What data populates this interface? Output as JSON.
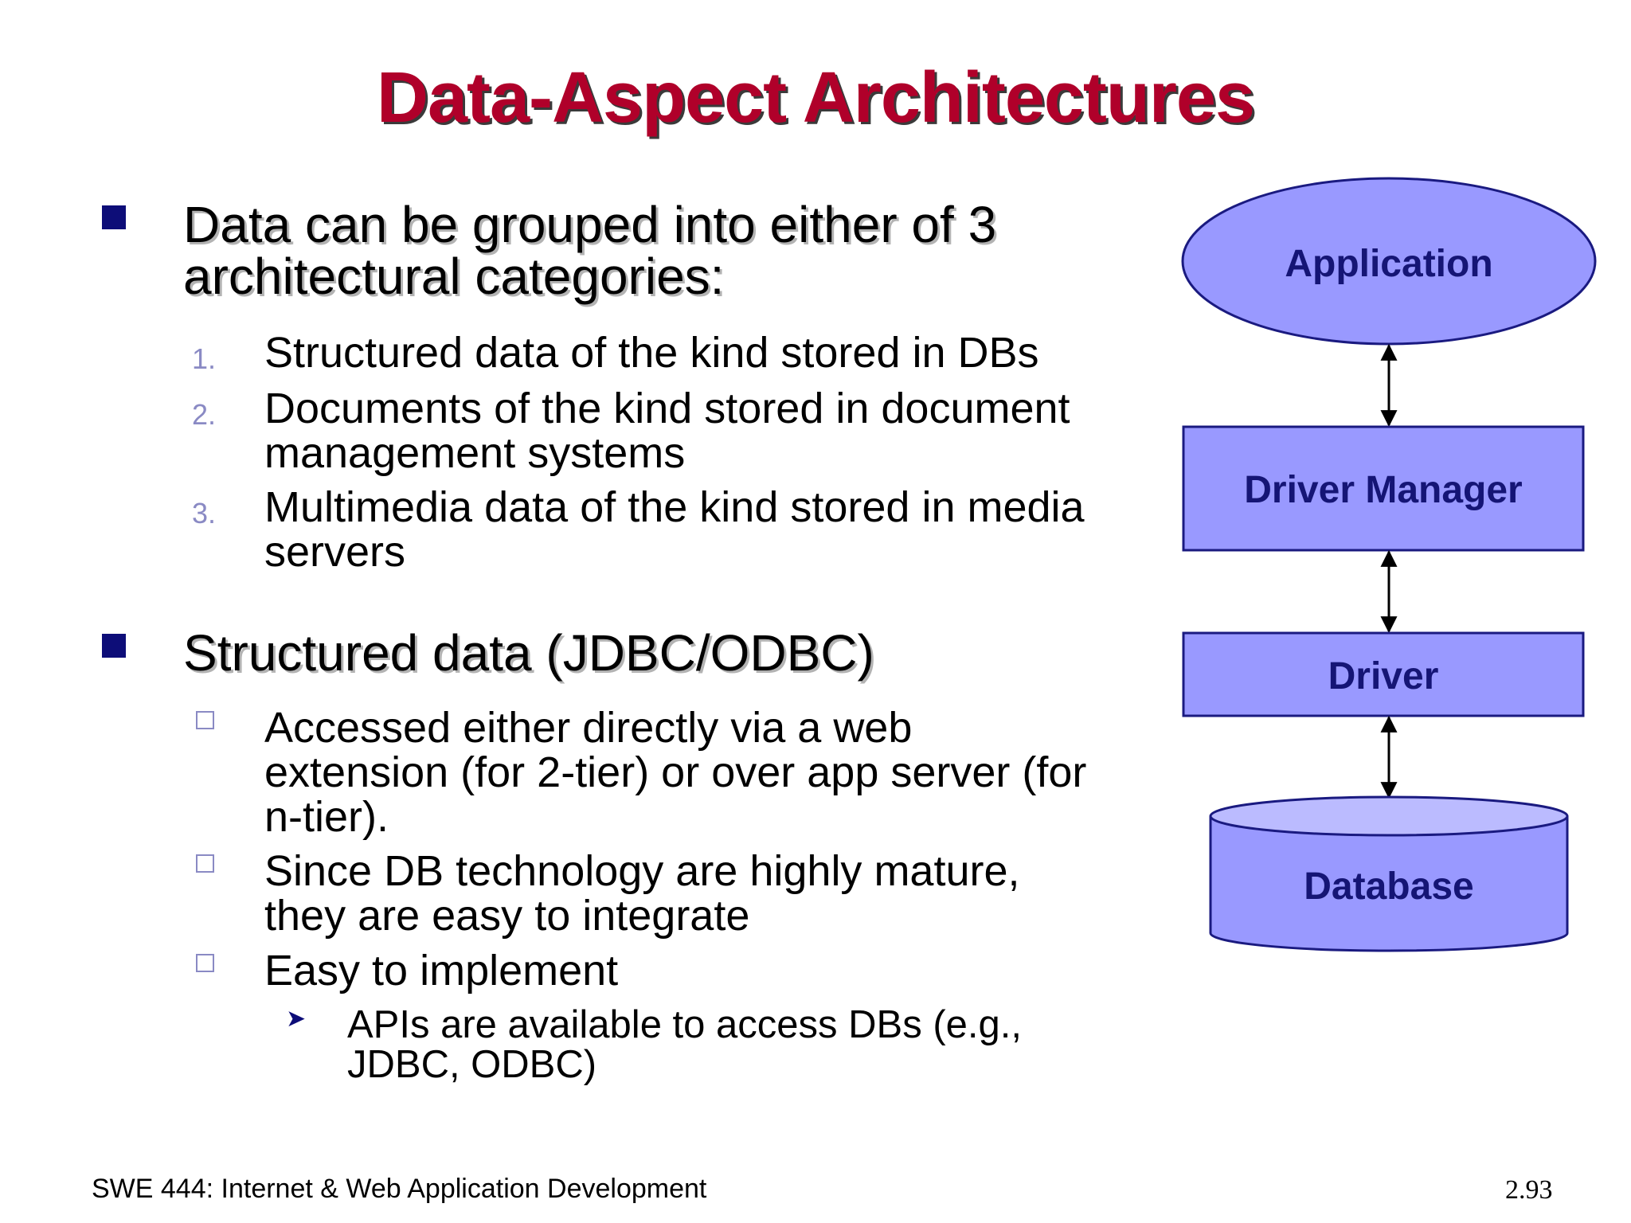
{
  "slide": {
    "title": "Data-Aspect Architectures",
    "bullet1": {
      "text_line1": "Data can be grouped into either of 3",
      "text_line2": "architectural categories:",
      "items": [
        {
          "number": "1.",
          "line1": "Structured data of the kind stored in DBs"
        },
        {
          "number": "2.",
          "line1": "Documents of the kind stored in document",
          "line2": "management systems"
        },
        {
          "number": "3.",
          "line1": "Multimedia data of the kind stored in media",
          "line2": "servers"
        }
      ]
    },
    "bullet2": {
      "text": "Structured data (JDBC/ODBC)",
      "items": [
        {
          "line1": "Accessed either directly via a web",
          "line2": "extension (for 2-tier) or over app server (for",
          "line3": "n-tier)."
        },
        {
          "line1": "Since DB technology are highly mature,",
          "line2": "they are easy to integrate"
        },
        {
          "line1": "Easy to implement"
        }
      ],
      "subitem": {
        "line1": "APIs are available to access DBs (e.g.,",
        "line2": "JDBC, ODBC)"
      }
    },
    "footer": {
      "left": "SWE 444: Internet & Web Application Development",
      "right": "2.93"
    }
  },
  "diagram": {
    "nodes": {
      "application": "Application",
      "driver_manager": "Driver Manager",
      "driver": "Driver",
      "database": "Database"
    },
    "colors": {
      "fill": "#9999ff",
      "fill_top": "#bbbbff",
      "stroke": "#1a1a80",
      "label": "#151575"
    }
  }
}
